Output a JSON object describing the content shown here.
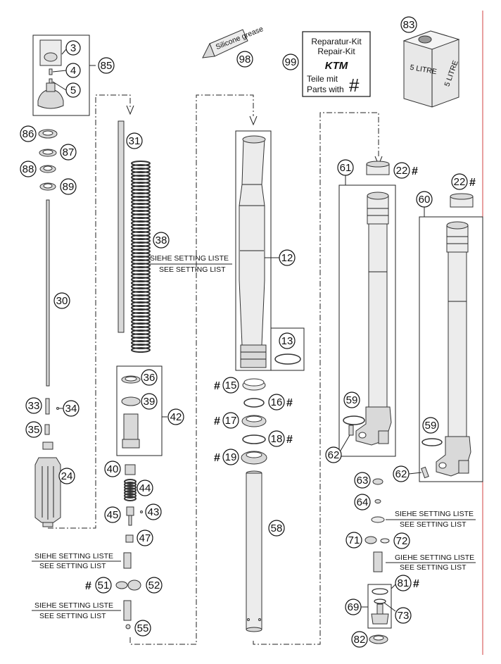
{
  "labels": {
    "p3": "3",
    "p4": "4",
    "p5": "5",
    "p85": "85",
    "p98": "98",
    "p99": "99",
    "p83": "83",
    "p86": "86",
    "p87": "87",
    "p88": "88",
    "p89": "89",
    "p30": "30",
    "p33": "33",
    "p34": "34",
    "p35": "35",
    "p24": "24",
    "p31": "31",
    "p38": "38",
    "p36": "36",
    "p39": "39",
    "p42": "42",
    "p40": "40",
    "p44": "44",
    "p45": "45",
    "p43": "43",
    "p47": "47",
    "p51": "51",
    "p52": "52",
    "p55": "55",
    "p12": "12",
    "p13": "13",
    "p15": "15",
    "p16": "16",
    "p17": "17",
    "p18": "18",
    "p19": "19",
    "p58": "58",
    "p61": "61",
    "p22a": "22",
    "p22b": "22",
    "p60": "60",
    "p59a": "59",
    "p59b": "59",
    "p62a": "62",
    "p62b": "62",
    "p63": "63",
    "p64": "64",
    "p71": "71",
    "p72": "72",
    "p81": "81",
    "p69": "69",
    "p73": "73",
    "p82": "82"
  },
  "hash": "#",
  "kit_box": {
    "line1": "Reparatur-Kit",
    "line2": "Repair-Kit",
    "brand": "KTM",
    "line3": "Teile mit",
    "line4": "Parts with",
    "symbol": "#"
  },
  "tube_label": "Silicone grease",
  "canister_label": "5 LITRE",
  "setting_notes": {
    "de": "SIEHE SETTING LISTE",
    "en": "SEE SETTING LIST",
    "de_alt": "SIEHE SETTING LISTE",
    "de_mis": "GIEHE SETTING LISTE"
  },
  "colors": {
    "ink": "#111111",
    "part": "#d9d9d9",
    "margin_line": "#d04040"
  }
}
